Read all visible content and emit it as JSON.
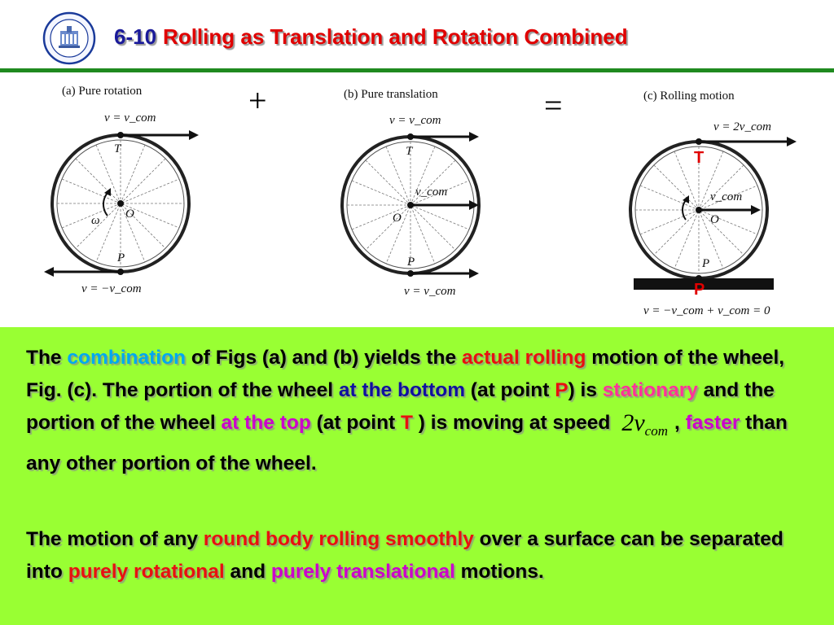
{
  "header": {
    "number": "6-10",
    "title": "Rolling as Translation and Rotation Combined",
    "logo_icon": "university-seal-icon"
  },
  "operators": {
    "plus": "+",
    "equals": "="
  },
  "figures": {
    "a": {
      "caption": "(a)  Pure rotation",
      "top_velocity": "v = v_com",
      "bottom_velocity": "v = −v_com",
      "top_point": "T",
      "center_point": "O",
      "bottom_point": "P",
      "angular": "ω"
    },
    "b": {
      "caption": "(b)  Pure translation",
      "top_velocity": "v = v_com",
      "center_velocity": "v_com",
      "bottom_velocity": "v = v_com",
      "top_point": "T",
      "center_point": "O",
      "bottom_point": "P"
    },
    "c": {
      "caption": "(c)  Rolling motion",
      "top_velocity": "v = 2v_com",
      "center_velocity": "v_com",
      "bottom_velocity": "v = −v_com + v_com = 0",
      "top_point": "T",
      "center_point": "O",
      "bottom_point": "P",
      "top_marker": "T",
      "bottom_marker": "P"
    }
  },
  "paragraph1": {
    "s1": "The ",
    "h1": "combination",
    "s2": " of Figs (a) and (b) yields the ",
    "h2": "actual rolling",
    "s3": " motion of the wheel, Fig. (c). The portion of the wheel ",
    "h3": "at the bottom",
    "s4": " (at point ",
    "h4": "P",
    "s5": ") is ",
    "h5": "stationary",
    "s6": " and the portion of the wheel ",
    "h6": "at the top",
    "s7": " (at point ",
    "h7": "T",
    "s8": " ) is moving at speed",
    "math_main": "2v",
    "math_sub": "com",
    "s9": ", ",
    "h8": "faster",
    "s10": " than any other portion of the wheel."
  },
  "paragraph2": {
    "s1": "The motion of any ",
    "h1": "round body rolling smoothly",
    "s2": " over a surface can be separated into ",
    "h2": "purely rotational",
    "s3": " and ",
    "h3": "purely translational",
    "s4": " motions."
  },
  "colors": {
    "title_number": "#1a1a9a",
    "title_text": "#e00000",
    "rule": "#1f8a1f",
    "panel": "#99ff33",
    "cyan": "#00a8f0",
    "red": "#e81010",
    "navy": "#1010a0",
    "pink": "#ff3399",
    "magenta": "#cc00cc"
  }
}
